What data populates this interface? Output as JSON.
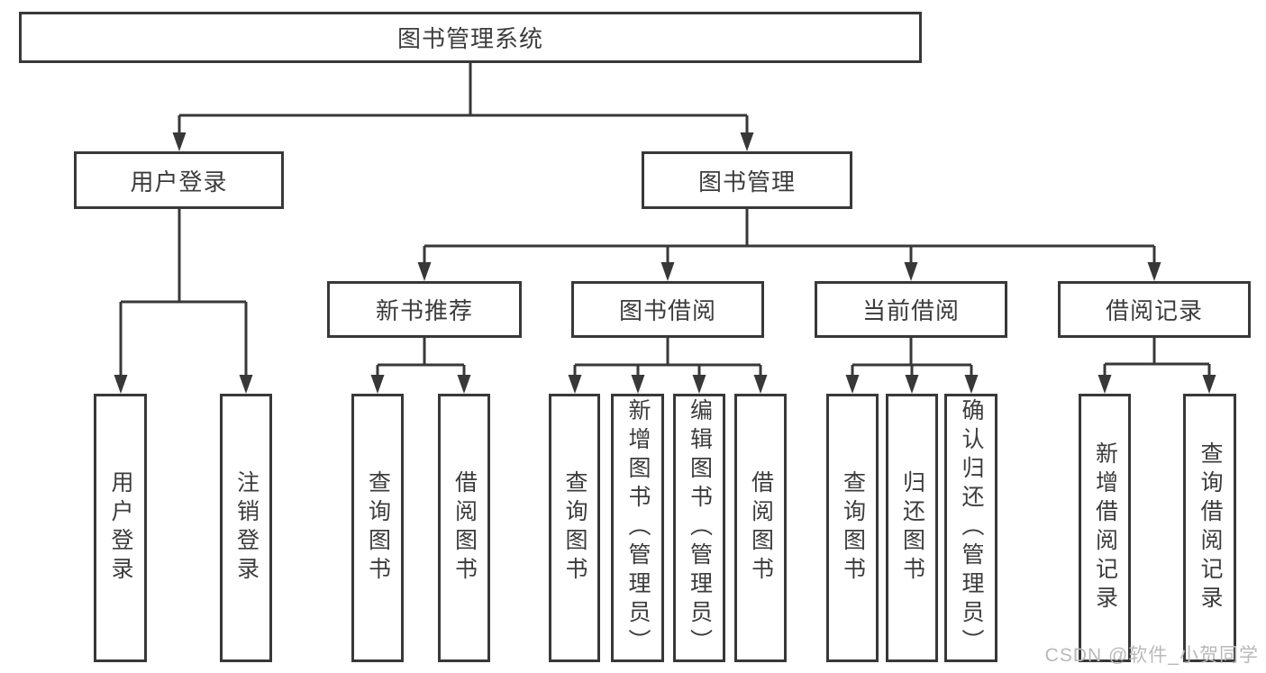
{
  "tree": {
    "root": "图书管理系统",
    "level2": {
      "left": "用户登录",
      "right": "图书管理"
    },
    "level3": [
      "新书推荐",
      "图书借阅",
      "当前借阅",
      "借阅记录"
    ],
    "leaves": {
      "login": [
        "用户登录",
        "注销登录"
      ],
      "recommend": [
        "查询图书",
        "借阅图书"
      ],
      "borrow": [
        "查询图书",
        "新增图书（管理员）",
        "编辑图书（管理员）",
        "借阅图书"
      ],
      "current": [
        "查询图书",
        "归还图书",
        "确认归还（管理员）"
      ],
      "records": [
        "新增借阅记录",
        "查询借阅记录"
      ]
    }
  },
  "watermark": "CSDN @软件_小贺同学",
  "colors": {
    "line": "#383838",
    "text": "#3c3c3c",
    "watermark": "#b9b9b9",
    "background": "#ffffff"
  }
}
